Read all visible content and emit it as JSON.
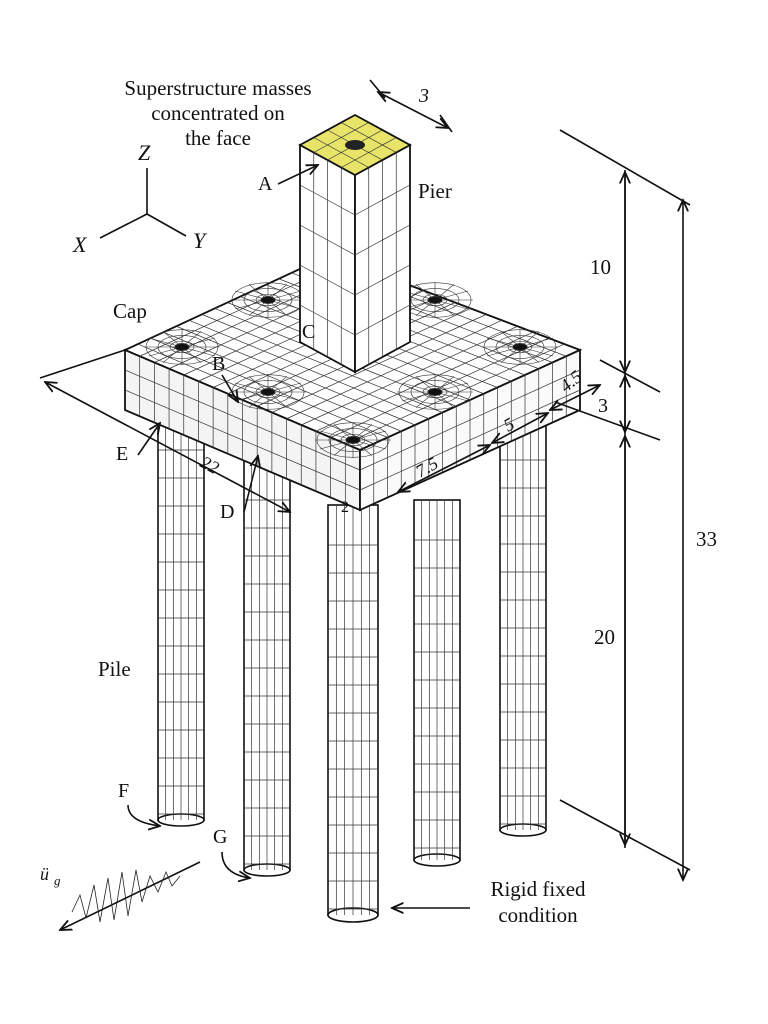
{
  "labels": {
    "masses_line1": "Superstructure masses",
    "masses_line2": "concentrated on",
    "masses_line3": "the face",
    "pier": "Pier",
    "cap": "Cap",
    "pile": "Pile",
    "rigid_line1": "Rigid fixed",
    "rigid_line2": "condition",
    "ground_accel": "ü",
    "ground_accel_sub": "g"
  },
  "axes": {
    "z": "Z",
    "x": "X",
    "y": "Y"
  },
  "points": {
    "a": "A",
    "b": "B",
    "c": "C",
    "d": "D",
    "e": "E",
    "f": "F",
    "g": "G"
  },
  "dimensions": {
    "pier_width": "3",
    "pier_height": "10",
    "cap_thickness": "3",
    "pile_length": "20",
    "total_height": "33",
    "edge_distance": "4.5",
    "pile_spacing_small": "5",
    "pile_spacing_large": "7.5",
    "cap_width": "22",
    "pile_label": "2"
  },
  "colors": {
    "pier_top": "#e8e46a",
    "line": "#111111"
  }
}
